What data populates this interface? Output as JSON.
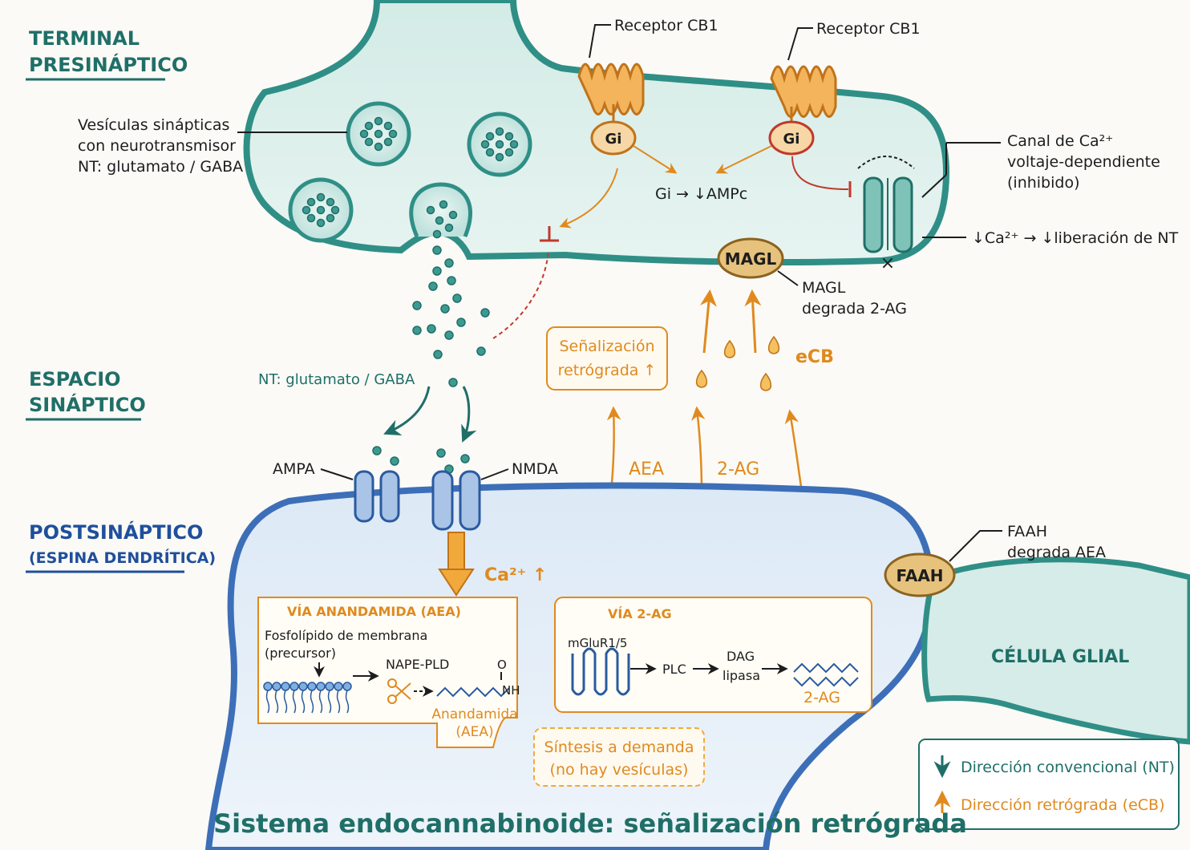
{
  "regions": {
    "presynaptic": [
      "TERMINAL",
      "PRESINÁPTICO"
    ],
    "synaptic_space": [
      "ESPACIO",
      "SINÁPTICO"
    ],
    "postsynaptic": "POSTSINÁPTICO",
    "postsynaptic_sub": "(ESPINA DENDRÍTICA)",
    "glial": "CÉLULA GLIAL"
  },
  "presynaptic": {
    "vesicles_label": [
      "Vesículas sinápticas",
      "con neurotransmisor",
      "NT: glutamato / GABA"
    ],
    "receptor_cb1_left": "Receptor CB1",
    "receptor_cb1_right": "Receptor CB1",
    "gi": "Gi",
    "gi_ampc": "Gi → ↓AMPc",
    "ca_channel_label": [
      "Canal de Ca²⁺",
      "voltaje-dependiente",
      "(inhibido)"
    ],
    "ca_release": "↓Ca²⁺ → ↓liberación de NT",
    "magl": "MAGL",
    "magl_label": [
      "MAGL",
      "degrada 2-AG"
    ]
  },
  "cleft": {
    "nt_label": "NT: glutamato / GABA",
    "retrograde_box": [
      "Señalización",
      "retrógrada ↑"
    ],
    "ecb": "eCB",
    "aea": "AEA",
    "two_ag": "2-AG"
  },
  "postsynaptic": {
    "ampa": "AMPA",
    "nmda": "NMDA",
    "ca_up": "Ca²⁺ ↑",
    "aea_pathway": {
      "title": "VÍA ANANDAMIDA (AEA)",
      "precursor": [
        "Fosfolípido de membrana",
        "(precursor)"
      ],
      "enzyme": "NAPE-PLD",
      "o_label": "O",
      "nh_label": "NH",
      "product": [
        "Anandamida",
        "(AEA)"
      ]
    },
    "two_ag_pathway": {
      "title": "VÍA 2-AG",
      "receptor": "mGluR1/5",
      "plc": "PLC",
      "dag": [
        "DAG",
        "lipasa"
      ],
      "product": "2-AG"
    },
    "on_demand": [
      "Síntesis a demanda",
      "(no hay vesículas)"
    ],
    "faah": "FAAH",
    "faah_label": [
      "FAAH",
      "degrada AEA"
    ]
  },
  "legend": {
    "conventional": "Dirección convencional (NT)",
    "retrograde": "Dirección retrógrada (eCB)"
  },
  "title": "Sistema endocannabinoide: señalización retrógrada",
  "colors": {
    "teal": "#1f6f68",
    "blue": "#1f4f9c",
    "orange": "#e08a1e",
    "red": "#c0392b",
    "membrane_teal": "#2f8f86",
    "membrane_blue": "#3d6fb8"
  }
}
